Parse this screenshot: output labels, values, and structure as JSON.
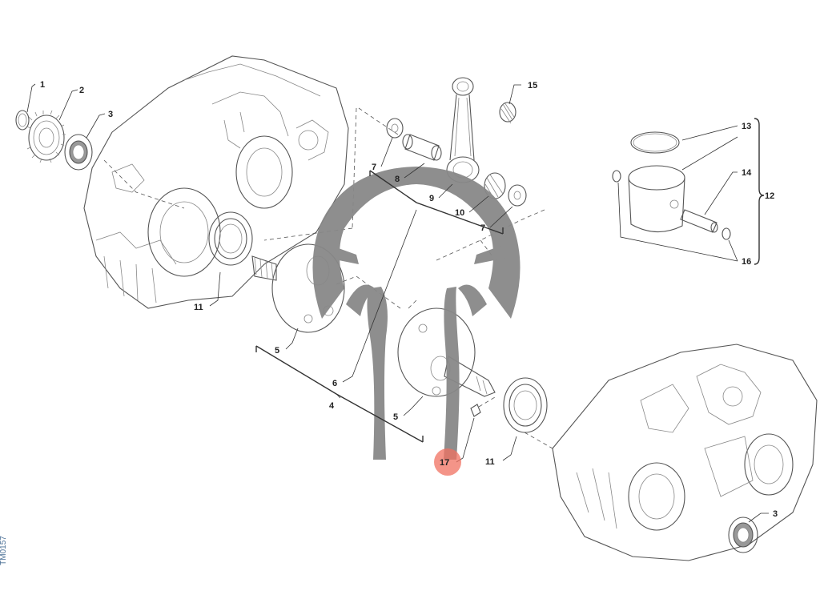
{
  "diagram": {
    "drawing_code": "TM0157",
    "highlight_color": "#f07060",
    "watermark_color": "#888888",
    "callouts": [
      "1",
      "2",
      "3",
      "4",
      "5",
      "5",
      "6",
      "7",
      "7",
      "8",
      "9",
      "10",
      "11",
      "11",
      "12",
      "13",
      "14",
      "15",
      "16",
      "17",
      "3"
    ],
    "selected_callout": "17"
  }
}
